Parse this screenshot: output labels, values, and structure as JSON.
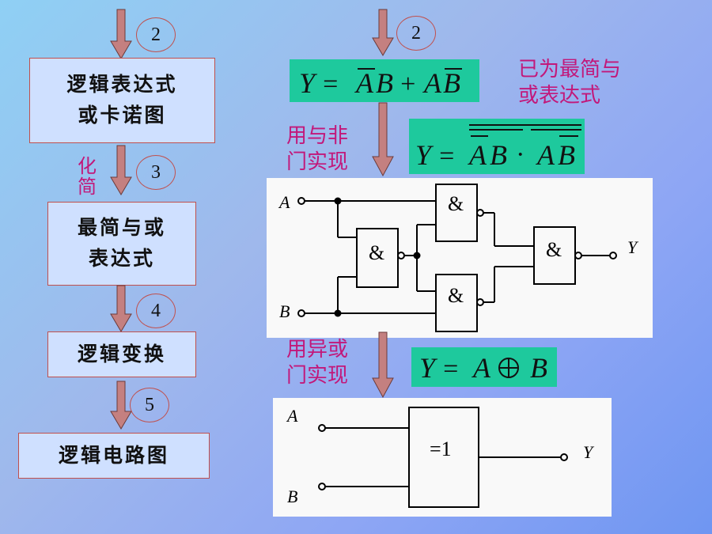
{
  "left_flow": {
    "box1": [
      "逻辑表达式",
      "或卡诺图"
    ],
    "box2": [
      "最简与或",
      "表达式"
    ],
    "box3": "逻辑变换",
    "box4": "逻辑电路图",
    "step2": "2",
    "step3": "3",
    "step4": "4",
    "step5": "5",
    "simplify_label": [
      "化",
      "简"
    ]
  },
  "right_flow": {
    "step2": "2",
    "already_note": [
      "已为最简与",
      "或表达式"
    ],
    "nand_note": [
      "用与非",
      "门实现"
    ],
    "xor_note": [
      "用异或",
      "门实现"
    ],
    "formula1": "Y = ĀB + AB̄",
    "formula2": "Y = NOT(NOT(ĀB) · NOT(AB̄))",
    "formula3": "Y = A ⊕ B"
  },
  "nand_circuit": {
    "input_a": "A",
    "input_b": "B",
    "output": "Y",
    "gate_symbol": "&"
  },
  "xor_circuit": {
    "input_a": "A",
    "input_b": "B",
    "output": "Y",
    "gate_symbol": "=1"
  },
  "colors": {
    "box_fill": "#cfe0ff",
    "box_border": "#c0504d",
    "arrow_fill": "#c48080",
    "formula_fill": "#1ec99d",
    "note_text": "#c2187a"
  }
}
